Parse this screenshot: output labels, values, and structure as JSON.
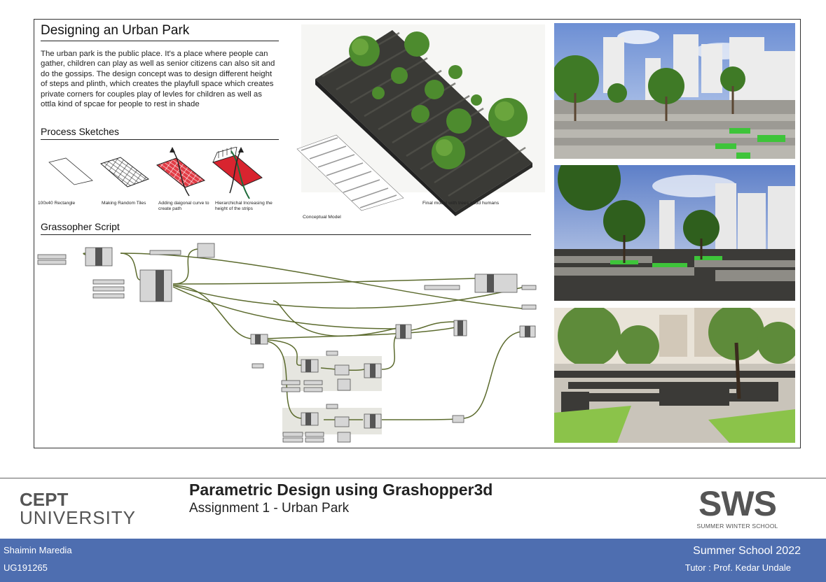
{
  "header": {
    "title": "Designing an Urban Park",
    "description": "The urban park is the public place. It's a place where people can gather, children can play as well as senior citizens can also sit and do the gossips. The design concept was to design different height of steps and plinth, which creates the playfull space which creates private corners for couples play of levles for children as well as ottla kind of spcae for people to rest in shade"
  },
  "process": {
    "title": "Process Sketches",
    "sketches": [
      {
        "label": "100x40 Rectangle"
      },
      {
        "label": "Making Random Tiles"
      },
      {
        "label": "Adding daigonal curve to create path"
      },
      {
        "label": "Hierarchichal Increasing the height of the strips"
      }
    ]
  },
  "models": {
    "conceptual_caption": "Conceptual Model",
    "final_caption": "Final model with trees andd humans"
  },
  "script": {
    "title": "Grassopher Script"
  },
  "footer": {
    "logo_line1": "CEPT",
    "logo_line2": "UNIVERSITY",
    "main_title": "Parametric Design using Grashopper3d",
    "subtitle": "Assignment 1 - Urban Park",
    "sws_big": "SWS",
    "sws_small": "SUMMER WINTER SCHOOL"
  },
  "bar": {
    "student_name": "Shaimin Maredia",
    "student_id": "UG191265",
    "school": "Summer School 2022",
    "tutor": "Tutor : Prof. Kedar Undale"
  },
  "colors": {
    "bar": "#4e6eb0",
    "wire": "#5c6b2e",
    "grass": "#3ec43a"
  }
}
